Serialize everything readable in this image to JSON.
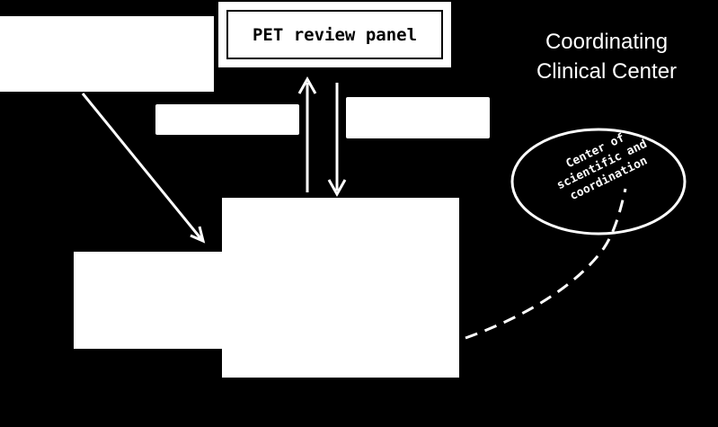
{
  "pet_panel": {
    "label": "PET review panel"
  },
  "coordinating_center": {
    "line1": "Coordinating",
    "line2": "Clinical Center"
  },
  "ellipse": {
    "line1": "Center of",
    "line2": "scientific and",
    "line3": "coordination"
  },
  "colors": {
    "background": "#000000",
    "foreground": "#ffffff"
  }
}
